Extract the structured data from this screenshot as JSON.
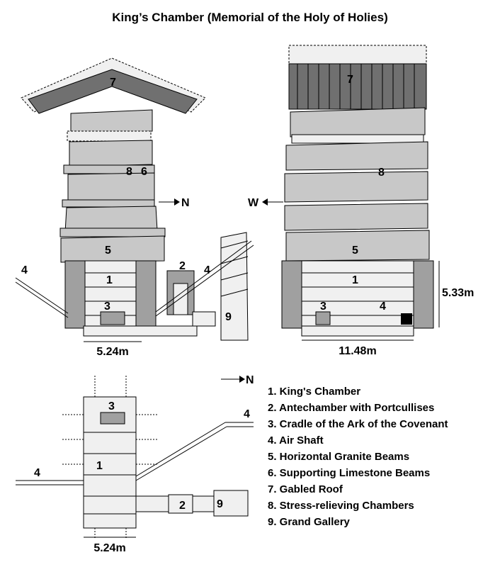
{
  "title": "King’s Chamber (Memorial of the Holy of Holies)",
  "directions": {
    "north": "N",
    "west": "W"
  },
  "dimensions": {
    "side_width": "5.24m",
    "front_width": "11.48m",
    "front_height": "5.33m",
    "plan_width": "5.24m"
  },
  "numbers": [
    "1",
    "2",
    "3",
    "4",
    "5",
    "6",
    "7",
    "8",
    "9"
  ],
  "legend": [
    "1. King's Chamber",
    "2. Antechamber with Portcullises",
    "3. Cradle of the Ark of the Covenant",
    "4. Air Shaft",
    "5. Horizontal Granite Beams",
    "6. Supporting Limestone Beams",
    "7. Gabled Roof",
    "8. Stress-relieving Chambers",
    "9. Grand Gallery"
  ]
}
